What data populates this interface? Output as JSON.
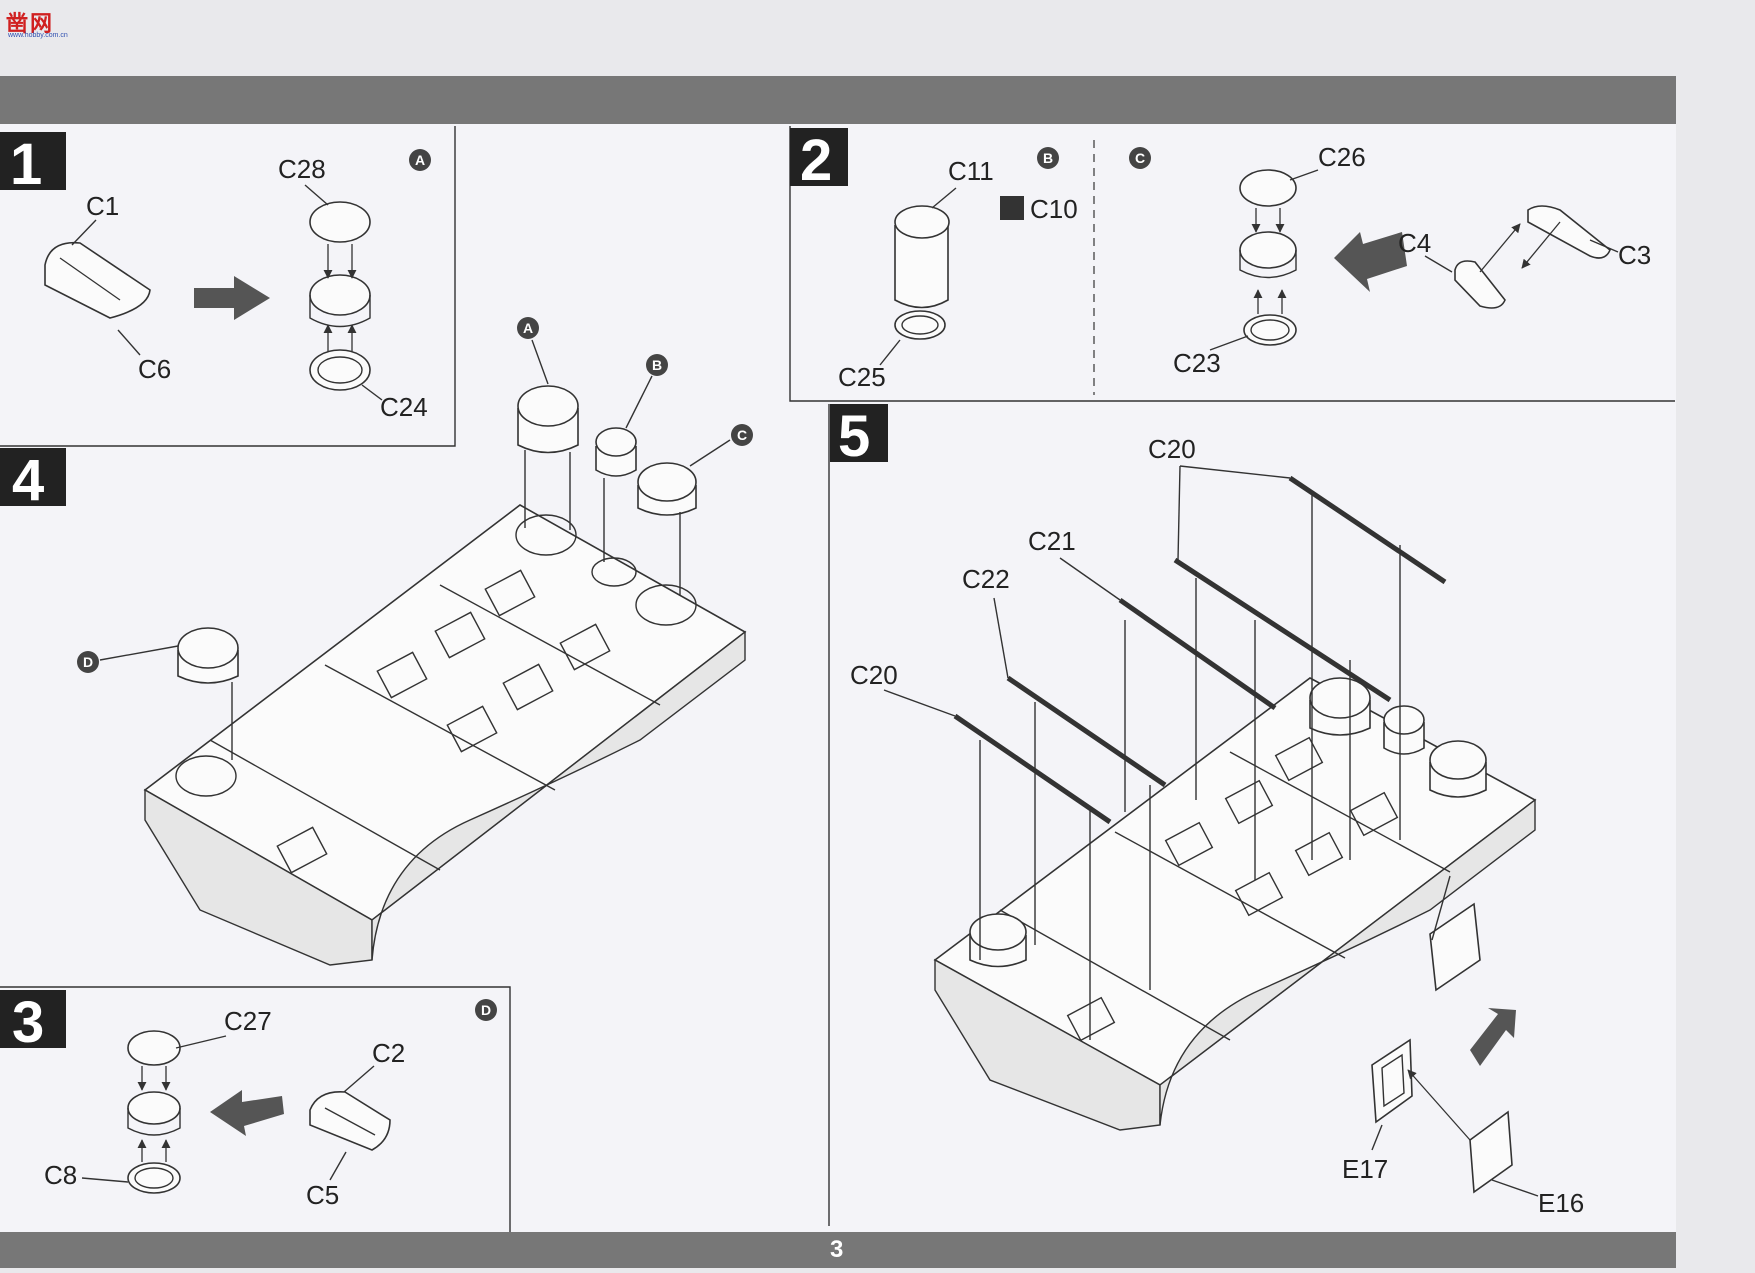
{
  "page": {
    "number": "3"
  },
  "watermark": {
    "text": "凿网",
    "sub": "www.hobby.com.cn"
  },
  "steps": [
    {
      "number": "1",
      "ref": "A",
      "labels": [
        "C1",
        "C6",
        "C28",
        "C24"
      ]
    },
    {
      "number": "2",
      "refs": [
        "B",
        "C"
      ],
      "labels": [
        "C11",
        "C10",
        "C25",
        "C26",
        "C4",
        "C3",
        "C23"
      ]
    },
    {
      "number": "3",
      "ref": "D",
      "labels": [
        "C27",
        "C2",
        "C8",
        "C5"
      ]
    },
    {
      "number": "4",
      "refs": [
        "A",
        "B",
        "C",
        "D"
      ]
    },
    {
      "number": "5",
      "labels": [
        "C20",
        "C21",
        "C22",
        "C20",
        "E17",
        "E16"
      ]
    }
  ]
}
